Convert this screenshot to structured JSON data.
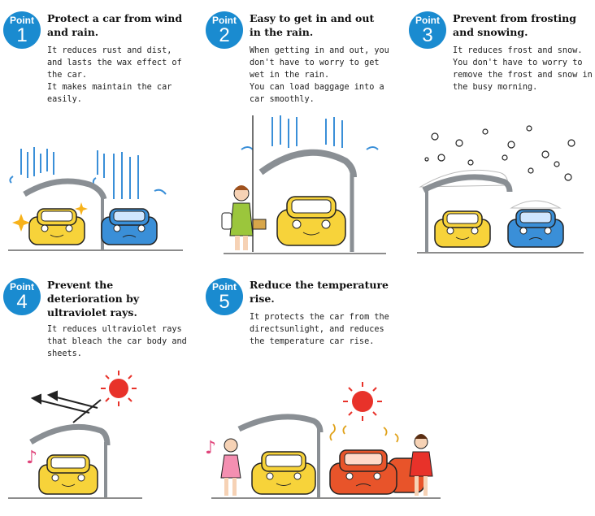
{
  "points": [
    {
      "label": "Point",
      "number": "1",
      "title": "Protect a car from wind\nand rain.",
      "desc": "It reduces rust and dist,\nand lasts the wax effect of\nthe car.\nIt makes maintain the car\neasily."
    },
    {
      "label": "Point",
      "number": "2",
      "title": "Easy to get in and out\nin the rain.",
      "desc": "When getting in and out, you\ndon't have to worry to get\nwet in the rain.\nYou can load baggage into a\ncar smoothly."
    },
    {
      "label": "Point",
      "number": "3",
      "title": "Prevent from frosting\nand snowing.",
      "desc": "It reduces frost and snow.\nYou don't have to worry to\nremove the frost and snow in\nthe busy morning."
    },
    {
      "label": "Point",
      "number": "4",
      "title": "Prevent the\ndeterioration by\nultraviolet rays.",
      "desc": "It reduces ultraviolet rays\nthat bleach the car body and\nsheets."
    },
    {
      "label": "Point",
      "number": "5",
      "title": "Reduce the temperature\nrise.",
      "desc": "It protects the car from the\ndirectsunlight, and reduces\nthe temperature car rise."
    }
  ],
  "colors": {
    "badge": "#1a8bd0",
    "carYellow": "#f7d33a",
    "carBlue": "#3a8fd8",
    "carRed": "#e8542a",
    "sun": "#e8322a",
    "rain": "#3a8fd8",
    "roof": "#8a8f94"
  }
}
